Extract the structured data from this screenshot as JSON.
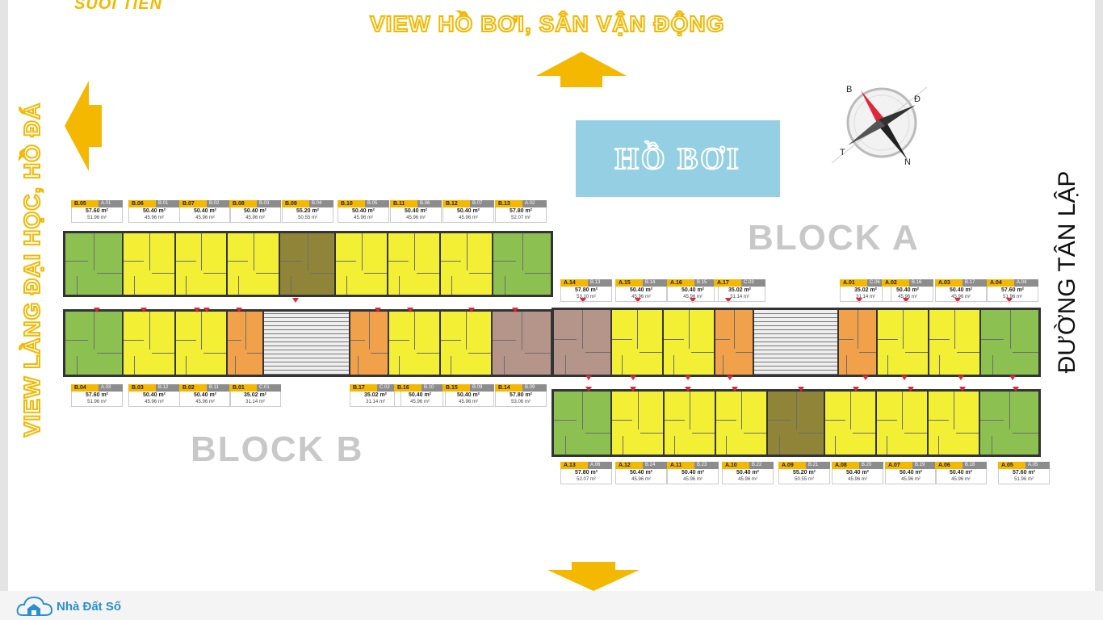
{
  "logo_top": "SUỐI TIÊN",
  "title_top": "VIEW HỒ BƠI, SÂN VẬN ĐỘNG",
  "title_left": "VIEW LÀNG ĐẠI HỌC, HỒ ĐÁ",
  "road_right": "ĐƯỜNG TÂN LẬP",
  "pool_label": "HỒ BƠI",
  "block_a": "BLOCK A",
  "block_b": "BLOCK B",
  "compass": {
    "b": "B",
    "d": "Đ",
    "n": "N",
    "t": "T"
  },
  "brand": "Nhà Đất Số",
  "colors": {
    "arrow": "#f5b800",
    "green": "#8cc152",
    "yellow": "#f2ef35",
    "orange": "#f2a14b",
    "olive": "#8f8437",
    "taupe": "#b5948a",
    "marker": "#e0263a",
    "pool": "#94cfe4"
  },
  "units": [
    {
      "code": "B.05",
      "sub": "A.01",
      "area": "57.60 m²",
      "net": "51.96 m²",
      "color": "green"
    },
    {
      "code": "B.06",
      "sub": "B.01",
      "area": "50.40 m²",
      "net": "45.96 m²",
      "color": "yellow"
    },
    {
      "code": "B.07",
      "sub": "B.02",
      "area": "50.40 m²",
      "net": "45.96 m²",
      "color": "yellow"
    },
    {
      "code": "B.08",
      "sub": "B.03",
      "area": "50.40 m²",
      "net": "45.96 m²",
      "color": "yellow"
    },
    {
      "code": "B.09",
      "sub": "B.04",
      "area": "55.20 m²",
      "net": "50.55 m²",
      "color": "olive"
    },
    {
      "code": "B.10",
      "sub": "B.05",
      "area": "50.40 m²",
      "net": "45.96 m²",
      "color": "yellow"
    },
    {
      "code": "B.11",
      "sub": "B.06",
      "area": "50.40 m²",
      "net": "45.96 m²",
      "color": "yellow"
    },
    {
      "code": "B.12",
      "sub": "B.07",
      "area": "50.40 m²",
      "net": "45.96 m²",
      "color": "yellow"
    },
    {
      "code": "B.13",
      "sub": "A.02",
      "area": "57.80 m²",
      "net": "52.07 m²",
      "color": "green"
    },
    {
      "code": "B.04",
      "sub": "A.03",
      "area": "57.60 m²",
      "net": "51.96 m²",
      "color": "green"
    },
    {
      "code": "B.03",
      "sub": "B.12",
      "area": "50.40 m²",
      "net": "45.96 m²",
      "color": "yellow"
    },
    {
      "code": "B.02",
      "sub": "B.11",
      "area": "50.40 m²",
      "net": "45.96 m²",
      "color": "yellow"
    },
    {
      "code": "B.01",
      "sub": "C.01",
      "area": "35.02 m²",
      "net": "31.14 m²",
      "color": "orange"
    },
    {
      "code": "B.17",
      "sub": "C.02",
      "area": "35.02 m²",
      "net": "31.14 m²",
      "color": "orange"
    },
    {
      "code": "B.16",
      "sub": "B.10",
      "area": "50.40 m²",
      "net": "45.96 m²",
      "color": "yellow"
    },
    {
      "code": "B.15",
      "sub": "B.09",
      "area": "50.40 m²",
      "net": "45.96 m²",
      "color": "yellow"
    },
    {
      "code": "B.14",
      "sub": "B.09",
      "area": "57.80 m²",
      "net": "53.06 m²",
      "color": "taupe"
    },
    {
      "code": "A.14",
      "sub": "B.13",
      "area": "57.80 m²",
      "net": "53.10 m²",
      "color": "taupe"
    },
    {
      "code": "A.15",
      "sub": "B.14",
      "area": "50.40 m²",
      "net": "45.96 m²",
      "color": "yellow"
    },
    {
      "code": "A.16",
      "sub": "B.15",
      "area": "50.40 m²",
      "net": "45.96 m²",
      "color": "yellow"
    },
    {
      "code": "A.17",
      "sub": "C.03",
      "area": "35.02 m²",
      "net": "31.14 m²",
      "color": "orange"
    },
    {
      "code": "A.01",
      "sub": "C.06",
      "area": "35.02 m²",
      "net": "31.14 m²",
      "color": "orange"
    },
    {
      "code": "A.02",
      "sub": "B.16",
      "area": "50.40 m²",
      "net": "45.96 m²",
      "color": "yellow"
    },
    {
      "code": "A.03",
      "sub": "B.17",
      "area": "50.40 m²",
      "net": "45.96 m²",
      "color": "yellow"
    },
    {
      "code": "A.04",
      "sub": "A.04",
      "area": "57.60 m²",
      "net": "51.96 m²",
      "color": "green"
    },
    {
      "code": "A.13",
      "sub": "A.06",
      "area": "57.80 m²",
      "net": "52.07 m²",
      "color": "green"
    },
    {
      "code": "A.12",
      "sub": "B.24",
      "area": "50.40 m²",
      "net": "45.96 m²",
      "color": "yellow"
    },
    {
      "code": "A.11",
      "sub": "B.23",
      "area": "50.40 m²",
      "net": "45.96 m²",
      "color": "yellow"
    },
    {
      "code": "A.10",
      "sub": "B.22",
      "area": "50.40 m²",
      "net": "45.96 m²",
      "color": "yellow"
    },
    {
      "code": "A.09",
      "sub": "B.21",
      "area": "55.20 m²",
      "net": "50.55 m²",
      "color": "olive"
    },
    {
      "code": "A.08",
      "sub": "B.20",
      "area": "50.40 m²",
      "net": "45.96 m²",
      "color": "yellow"
    },
    {
      "code": "A.07",
      "sub": "B.19",
      "area": "50.40 m²",
      "net": "45.96 m²",
      "color": "yellow"
    },
    {
      "code": "A.06",
      "sub": "B.18",
      "area": "50.40 m²",
      "net": "45.96 m²",
      "color": "yellow"
    },
    {
      "code": "A.05",
      "sub": "A.05",
      "area": "57.60 m²",
      "net": "51.96 m²",
      "color": "green"
    }
  ]
}
